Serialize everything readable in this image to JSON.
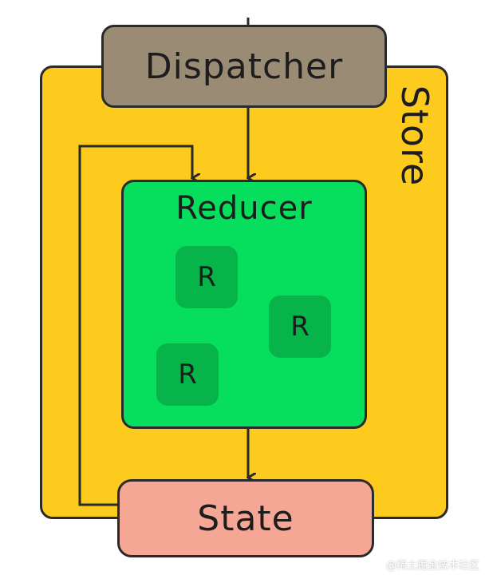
{
  "diagram": {
    "store_label": "Store",
    "dispatcher_label": "Dispatcher",
    "reducer_label": "Reducer",
    "reducer_items": [
      "R",
      "R",
      "R"
    ],
    "state_label": "State"
  },
  "watermark": {
    "text": "@稀土掘金技术社区"
  },
  "colors": {
    "store": "#FDCB1E",
    "dispatcher": "#9A8B74",
    "reducer": "#08DE5E",
    "reducer_item": "#06B449",
    "state": "#F6A694",
    "line": "#2A2A2A"
  }
}
